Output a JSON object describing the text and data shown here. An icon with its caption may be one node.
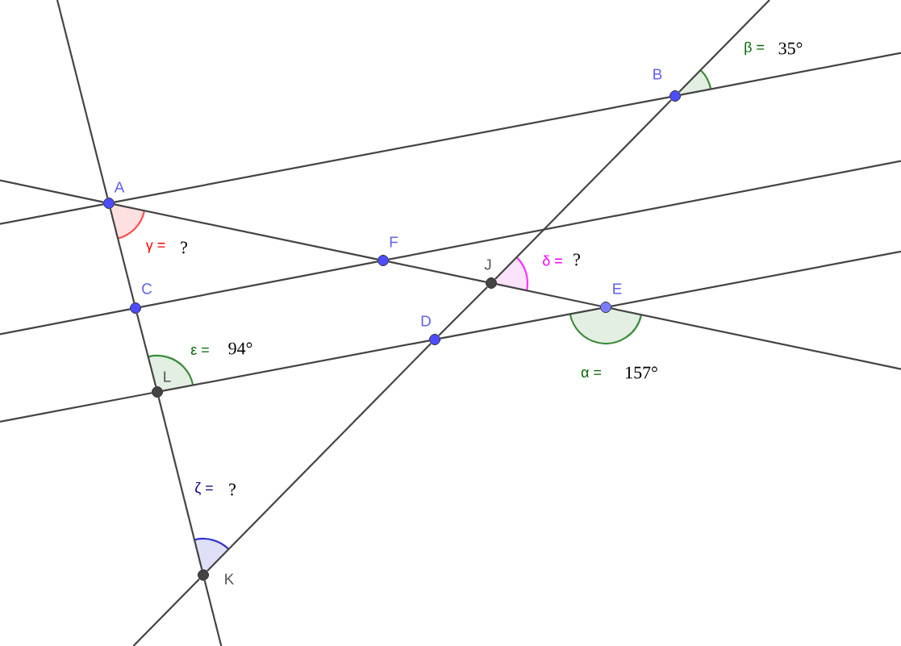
{
  "diagram": {
    "nodes": [
      {
        "text": [],
        "shape": "circle",
        "beside": [
          "B"
        ]
      },
      {
        "text": [],
        "shape": "circle",
        "beside": [
          "A"
        ]
      },
      {
        "text": [],
        "shape": "circle",
        "beside": [
          "F"
        ]
      },
      {
        "text": [],
        "shape": "circle",
        "beside": [
          "J"
        ]
      },
      {
        "text": [],
        "shape": "circle",
        "beside": [
          "E"
        ]
      },
      {
        "text": [],
        "shape": "circle",
        "beside": [
          "C"
        ]
      },
      {
        "text": [],
        "shape": "circle",
        "beside": [
          "D"
        ]
      },
      {
        "text": [],
        "shape": "circle",
        "beside": [
          "L"
        ]
      },
      {
        "text": [],
        "shape": "circle",
        "beside": [
          "K"
        ]
      }
    ],
    "edges": [
      {
        "from": null,
        "to": 1,
        "arrow": "none"
      },
      {
        "from": 1,
        "to": 0,
        "arrow": "none"
      },
      {
        "from": 0,
        "to": null,
        "arrow": "none"
      },
      {
        "from": null,
        "to": 1,
        "arrow": "none"
      },
      {
        "from": 1,
        "to": 2,
        "arrow": "none"
      },
      {
        "from": 2,
        "to": 3,
        "arrow": "none"
      },
      {
        "from": 3,
        "to": 4,
        "arrow": "none"
      },
      {
        "from": 4,
        "to": null,
        "arrow": "none"
      },
      {
        "from": null,
        "to": 5,
        "arrow": "none"
      },
      {
        "from": 5,
        "to": 2,
        "arrow": "none"
      },
      {
        "from": 2,
        "to": null,
        "arrow": "none"
      },
      {
        "from": null,
        "to": 7,
        "arrow": "none"
      },
      {
        "from": 7,
        "to": 6,
        "arrow": "none"
      },
      {
        "from": 6,
        "to": 4,
        "arrow": "none"
      },
      {
        "from": 4,
        "to": null,
        "arrow": "none"
      },
      {
        "from": null,
        "to": 1,
        "arrow": "none"
      },
      {
        "from": 1,
        "to": 5,
        "arrow": "none"
      },
      {
        "from": 5,
        "to": 7,
        "arrow": "none"
      },
      {
        "from": 7,
        "to": 8,
        "arrow": "none"
      },
      {
        "from": 8,
        "to": null,
        "arrow": "none"
      },
      {
        "from": null,
        "to": 8,
        "arrow": "none"
      },
      {
        "from": 8,
        "to": 6,
        "arrow": "none"
      },
      {
        "from": 6,
        "to": 3,
        "arrow": "none"
      },
      {
        "from": 3,
        "to": 0,
        "arrow": "none"
      },
      {
        "from": 0,
        "to": null,
        "arrow": "none"
      }
    ],
    "labels": [
      "β =",
      "35°",
      "γ =",
      "?",
      "δ =",
      "?",
      "ε =",
      "94°",
      "α =",
      "157°",
      "ζ =",
      "?"
    ]
  }
}
